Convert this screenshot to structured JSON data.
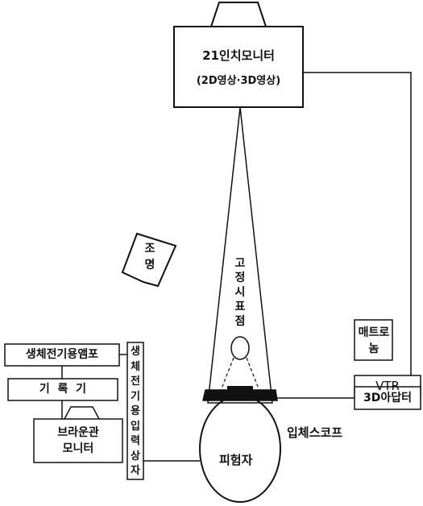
{
  "monitor": {
    "title": "21인치모니터",
    "subtitle": "(2D영상·3D영상)"
  },
  "lighting": "조명",
  "fixation_point": "고정시표점",
  "matrox": "매트로놈",
  "vtr": "VTR",
  "adapter_3d": "3D아답터",
  "stereoscope": "입체스코프",
  "subject": "피험자",
  "bio_amp": "생체전기용앰포",
  "recorder": "기  록  기",
  "crt_monitor": {
    "line1": "브라운관",
    "line2": "모니터"
  },
  "bio_input_box": "생체전기용입력상자"
}
